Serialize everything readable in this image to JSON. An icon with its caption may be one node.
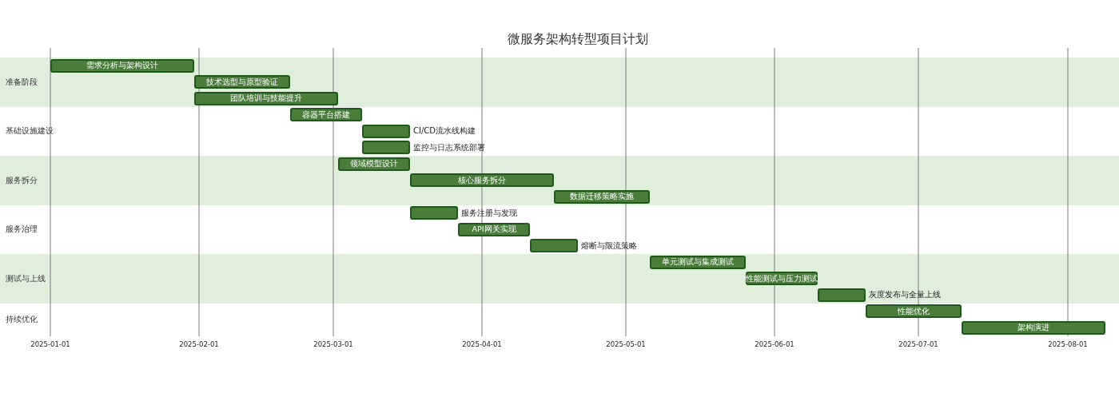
{
  "diagram": {
    "title": "微服务架构转型项目计划",
    "nodes": [
      {
        "text": [
          "准备阶段"
        ]
      },
      {
        "text": [
          "需求分析与架构设计"
        ],
        "in": 0
      },
      {
        "text": [
          "技术选型与原型验证"
        ],
        "in": 0
      },
      {
        "text": [
          "团队培训与技能提升"
        ],
        "in": 0
      },
      {
        "text": [
          "基础设施建设"
        ]
      },
      {
        "text": [
          "容器平台搭建"
        ],
        "in": 4
      },
      {
        "text": [
          "CI/CD流水线构建"
        ],
        "in": 4
      },
      {
        "text": [
          "监控与日志系统部署"
        ],
        "in": 4
      },
      {
        "text": [
          "服务拆分"
        ]
      },
      {
        "text": [
          "领域模型设计"
        ],
        "in": 8
      },
      {
        "text": [
          "核心服务拆分"
        ],
        "in": 8
      },
      {
        "text": [
          "数据迁移策略实施"
        ],
        "in": 8
      },
      {
        "text": [
          "服务治理"
        ]
      },
      {
        "text": [
          "服务注册与发现"
        ],
        "in": 12
      },
      {
        "text": [
          "API网关实现"
        ],
        "in": 12
      },
      {
        "text": [
          "熔断与限流策略"
        ],
        "in": 12
      },
      {
        "text": [
          "测试与上线"
        ]
      },
      {
        "text": [
          "单元测试与集成测试"
        ],
        "in": 16
      },
      {
        "text": [
          "性能测试与压力测试"
        ],
        "in": 16
      },
      {
        "text": [
          "灰度发布与全量上线"
        ],
        "in": 16
      },
      {
        "text": [
          "持续优化"
        ]
      },
      {
        "text": [
          "性能优化"
        ],
        "in": 20
      },
      {
        "text": [
          "架构演进"
        ],
        "in": 20
      }
    ],
    "labels": [
      "2025-01-01",
      "2025-02-01",
      "2025-03-01",
      "2025-04-01",
      "2025-05-01",
      "2025-06-01",
      "2025-07-01",
      "2025-08-01"
    ]
  }
}
